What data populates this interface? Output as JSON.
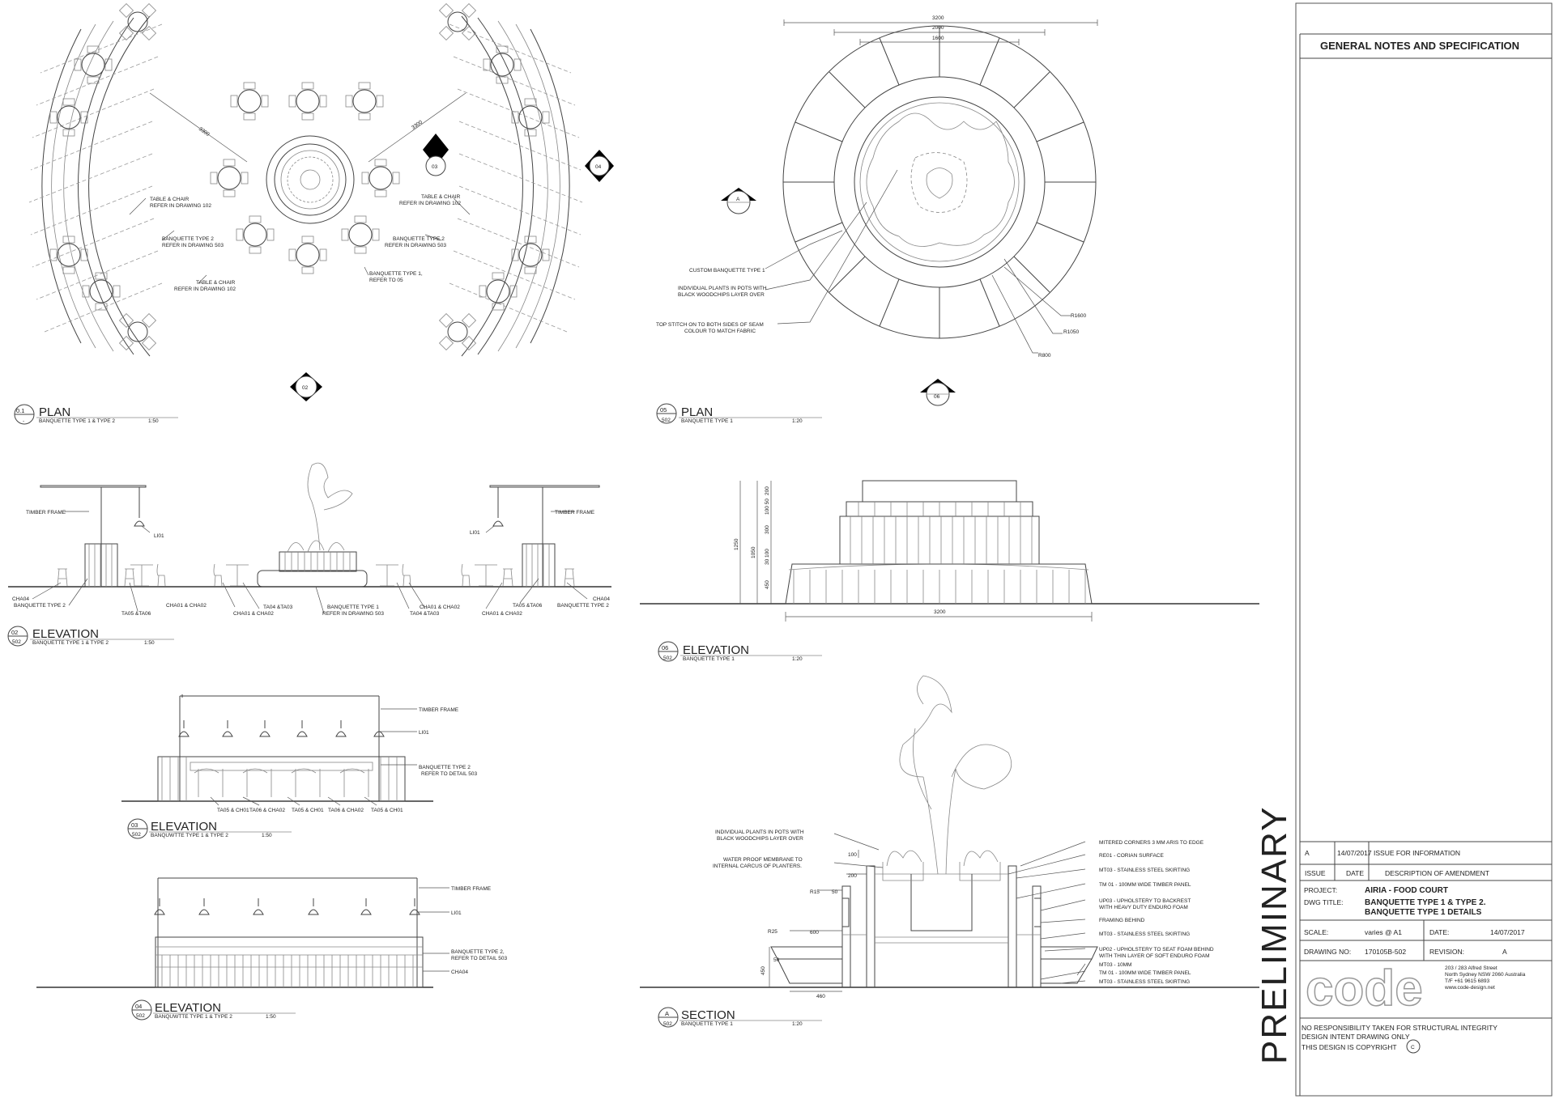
{
  "title_block": {
    "header": "GENERAL NOTES AND SPECIFICATION",
    "watermark": "PRELIMINARY",
    "revision": {
      "rev": "A",
      "date": "14/07/2017",
      "description": "ISSUE FOR INFORMATION"
    },
    "revision_headers": {
      "issue": "ISSUE",
      "date": "DATE",
      "description": "DESCRIPTION OF AMENDMENT"
    },
    "project_label": "PROJECT:",
    "project": "AIRIA - FOOD COURT",
    "dwg_title_label": "DWG TITLE:",
    "dwg_title_1": "BANQUETTE TYPE 1 & TYPE 2.",
    "dwg_title_2": "BANQUETTE TYPE 1 DETAILS",
    "scale_label": "SCALE:",
    "scale": "varies @ A1",
    "date_label": "DATE:",
    "date": "14/07/2017",
    "drawing_no_label": "DRAWING NO:",
    "drawing_no": "170105B-502",
    "revision_label": "REVISION:",
    "revision_value": "A",
    "logo_text": "code",
    "address": [
      "203 / 283 Alfred Street",
      "North Sydney NSW 2060 Australia",
      "T/F +61 9615 6893",
      "www.code-design.net"
    ],
    "notes": [
      "NO RESPONSIBILITY TAKEN FOR STRUCTURAL INTEGRITY",
      "DESIGN INTENT DRAWING ONLY",
      "THIS DESIGN IS COPYRIGHT"
    ],
    "copyright_symbol": "C"
  },
  "views": {
    "plan01": {
      "num": "0.1",
      "title": "PLAN",
      "sub": "BANQUETTE TYPE 1 & TYPE 2",
      "scale": "1:50",
      "sheet": "-",
      "dims": [
        "3300",
        "3300"
      ],
      "markers": [
        "02",
        "03",
        "04"
      ],
      "labels": [
        "TABLE & CHAIR",
        "REFER IN DRAWING 102",
        "BANQUETTE TYPE  2",
        "REFER IN DRAWING 503",
        "TABLE & CHAIR",
        "REFER IN DRAWING 102",
        "TABLE & CHAIR",
        "REFER IN DRAWING 102",
        "BANQUETTE TYPE  2",
        "REFER IN DRAWING 503",
        "BANQUETTE TYPE 1,",
        "REFER TO 05"
      ]
    },
    "plan05": {
      "num": "05",
      "title": "PLAN",
      "sub": "BANQUETTE TYPE 1",
      "scale": "1:20",
      "sheet": "502",
      "dims": [
        "3200",
        "2000",
        "1600"
      ],
      "markers": [
        "A",
        "06"
      ],
      "labels": [
        "CUSTOM BANQUETTE  TYPE 1",
        "INDIVIDUAL PLANTS IN POTS WITH",
        "BLACK WOODCHIPS LAYER OVER",
        "TOP STITCH ON TO BOTH SIDES OF SEAM",
        "COLOUR TO MATCH FABRIC"
      ],
      "radii": [
        "R1600",
        "R1050",
        "R800"
      ]
    },
    "elev02": {
      "num": "02",
      "title": "ELEVATION",
      "sub": "BANQUETTE TYPE 1 & TYPE 2",
      "scale": "1:50",
      "sheet": "502",
      "labels": [
        "TIMBER FRAME",
        "LI01",
        "LI01",
        "TIMBER FRAME",
        "CHA04",
        "BANQUETTE TYPE 2",
        "TA05 &TA06",
        "CHA01 & CHA02",
        "CHA01 & CHA02",
        "TA04 &TA03",
        "BANQUETTE TYPE 1",
        "REFER IN DRAWING 503",
        "CHA01 & CHA02",
        "TA04 &TA03",
        "CHA01 & CHA02",
        "TA05 &TA06",
        "BANQUETTE TYPE 2",
        "CHA04"
      ]
    },
    "elev06": {
      "num": "06",
      "title": "ELEVATION",
      "sub": "BANQUETTE TYPE 1",
      "scale": "1:20",
      "sheet": "502",
      "dims": [
        "1250",
        "1050",
        "450",
        "30 100",
        "300",
        "100 50",
        "200",
        "3200"
      ]
    },
    "elev03": {
      "num": "03",
      "title": "ELEVATION",
      "sub": "BANQUWTTE TYPE 1 & TYPE 2",
      "scale": "1:50",
      "sheet": "502",
      "labels": [
        "TIMBER FRAME",
        "LI01",
        "BANQUETTE TYPE 2",
        "REFER TO DETAIL 503",
        "TA05 & CH01",
        "TA06 & CHA02",
        "TA05 & CH01",
        "TA06 & CHA02",
        "TA05 & CH01"
      ]
    },
    "elev04": {
      "num": "04",
      "title": "ELEVATION",
      "sub": "BANQUWTTE TYPE 1 & TYPE 2",
      "scale": "1:50",
      "sheet": "502",
      "labels": [
        "TIMBER FRAME",
        "LI01",
        "BANQUETTE TYPE 2,",
        "REFER TO DETAIL 503",
        "CHA04"
      ]
    },
    "sectionA": {
      "num": "A",
      "title": "SECTION",
      "sub": "BANQUETTE TYPE 1",
      "scale": "1:20",
      "sheet": "502",
      "left_labels": [
        "INDIVIDUAL PLANTS IN POTS WITH",
        "BLACK WOODCHIPS LAYER OVER",
        "WATER PROOF MEMBRANE TO",
        "INTERNAL CARCUS OF PLANTERS."
      ],
      "dims": [
        "100",
        "200",
        "R15",
        "50",
        "R25",
        "600",
        "50",
        "450",
        "460"
      ],
      "right_labels": [
        "MITERED CORNERS 3 MM  ARIS TO EDGE",
        "RE01 - CORIAN SURFACE",
        "MT03 - STAINLESS STEEL SKIRTING",
        "TM 01 - 100MM WIDE TIMBER PANEL",
        "UP03 - UPHOLSTERY TO BACKREST",
        "WITH  HEAVY DUTY ENDURO FOAM",
        "FRAMING BEHIND",
        "MT03 - STAINLESS STEEL SKIRTING",
        "UP02 - UPHOLSTERY TO SEAT FOAM BEHIND",
        "WITH THIN LAYER OF SOFT ENDURO FOAM",
        "MT03 - 10MM",
        "TM 01 - 100MM WIDE TIMBER PANEL",
        "MT03 - STAINLESS STEEL SKIRTING"
      ]
    }
  }
}
